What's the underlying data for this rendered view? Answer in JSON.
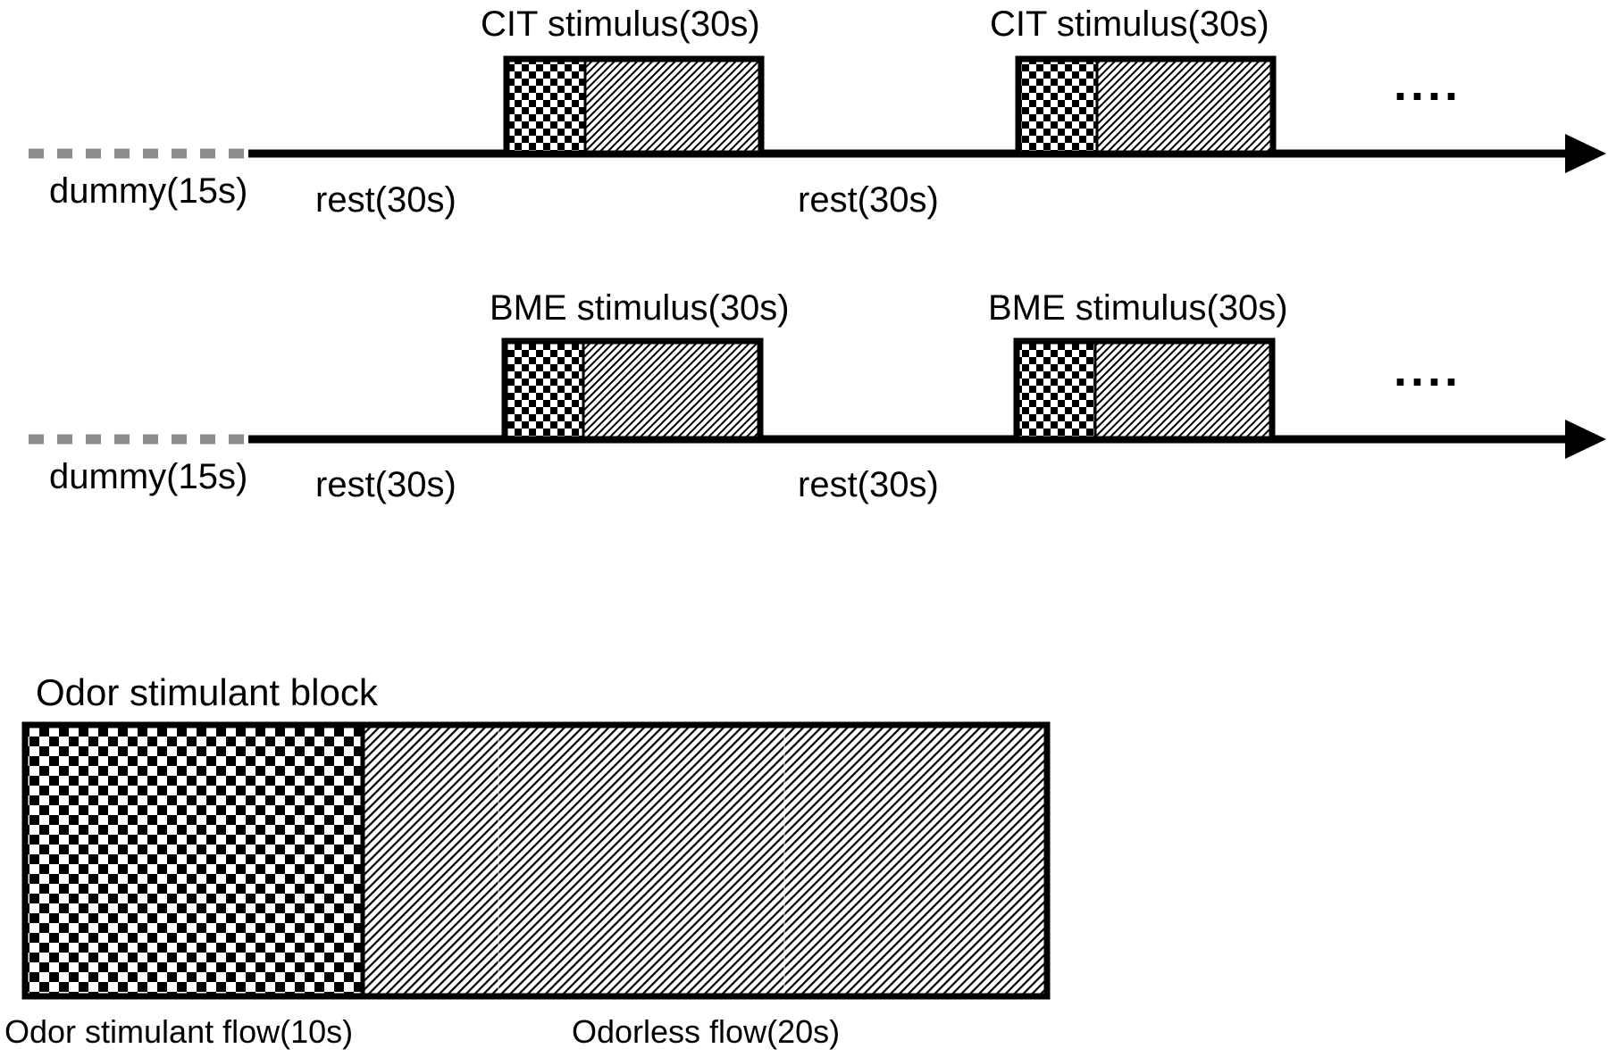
{
  "timelines": [
    {
      "id": "cit",
      "dummy_label": "dummy(15s)",
      "rest_labels": [
        "rest(30s)",
        "rest(30s)"
      ],
      "stimulus_labels": [
        "CIT stimulus(30s)",
        "CIT stimulus(30s)"
      ],
      "continuation": "...."
    },
    {
      "id": "bme",
      "dummy_label": "dummy(15s)",
      "rest_labels": [
        "rest(30s)",
        "rest(30s)"
      ],
      "stimulus_labels": [
        "BME stimulus(30s)",
        "BME stimulus(30s)"
      ],
      "continuation": "...."
    }
  ],
  "block_detail": {
    "title": "Odor stimulant block",
    "odor_flow_label": "Odor stimulant flow(10s)",
    "odorless_flow_label": "Odorless flow(20s)"
  },
  "colors": {
    "ink": "#000000",
    "dummy_dash": "#8c8c8c",
    "background": "#ffffff"
  }
}
